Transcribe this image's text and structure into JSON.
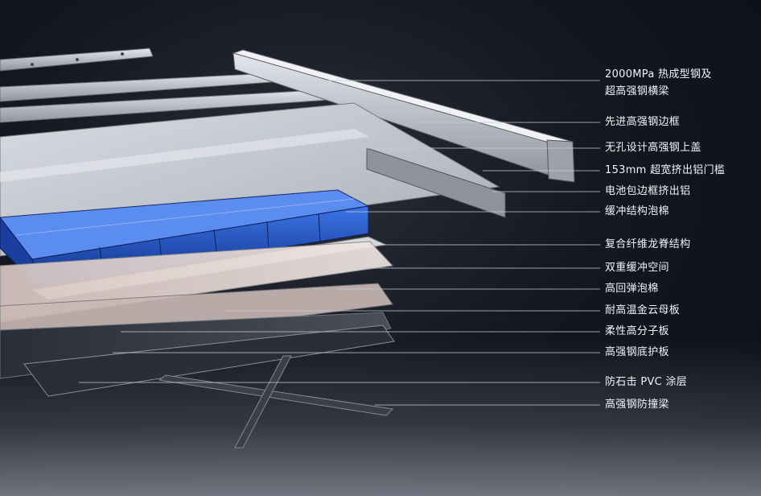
{
  "labels": [
    {
      "text": "2000MPa 热成型钢及\n超高强钢横梁"
    },
    {
      "text": "先进高强钢边框"
    },
    {
      "text": "无孔设计高强钢上盖"
    },
    {
      "text": "153mm 超宽挤出铝门槛"
    },
    {
      "text": "电池包边框挤出铝"
    },
    {
      "text": "缓冲结构泡棉"
    },
    {
      "text": "复合纤维龙脊结构"
    },
    {
      "text": "双重缓冲空间"
    },
    {
      "text": "高回弹泡棉"
    },
    {
      "text": "耐高温金云母板"
    },
    {
      "text": "柔性高分子板"
    },
    {
      "text": "高强钢底护板"
    },
    {
      "text": "防石击 PVC 涂层"
    },
    {
      "text": "高强钢防撞梁"
    }
  ],
  "colors": {
    "background": "#151821",
    "label_text": "#f2f4f8",
    "leader_line": "#c9ccd3",
    "cell_blue": "#1f4fc0",
    "steel": "#c7ccd4"
  }
}
